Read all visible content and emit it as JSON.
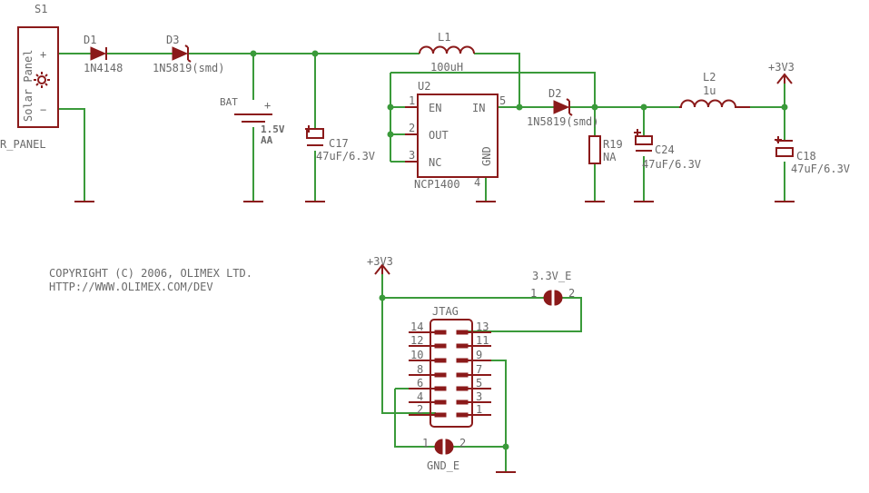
{
  "solar": {
    "ref": "S1",
    "name": "Solar Panel",
    "value": "R_PANEL",
    "plus": "+",
    "minus": "−"
  },
  "d1": {
    "ref": "D1",
    "value": "1N4148"
  },
  "d3": {
    "ref": "D3",
    "value": "1N5819(smd)"
  },
  "bat": {
    "ref": "BAT",
    "plus": "+",
    "value": "1.5V",
    "sub": "AA"
  },
  "c17": {
    "ref": "C17",
    "value": "47uF/6.3V"
  },
  "l1": {
    "ref": "L1",
    "value": "100uH"
  },
  "u2": {
    "ref": "U2",
    "value": "NCP1400",
    "pins": [
      {
        "num": "1",
        "label": "EN"
      },
      {
        "num": "2",
        "label": "OUT"
      },
      {
        "num": "3",
        "label": "NC"
      },
      {
        "num": "5",
        "label": "IN"
      }
    ],
    "gnd_label": "GND",
    "gnd_num": "4"
  },
  "d2": {
    "ref": "D2",
    "value": "1N5819(smd)"
  },
  "r19": {
    "ref": "R19",
    "value": "NA"
  },
  "c24": {
    "ref": "C24",
    "value": "47uF/6.3V"
  },
  "l2": {
    "ref": "L2",
    "value": "1u"
  },
  "c18": {
    "ref": "C18",
    "value": "47uF/6.3V"
  },
  "pwr_top": "+3V3",
  "pwr_bottom": "+3V3",
  "copyright": [
    "COPYRIGHT (C) 2006, OLIMEX LTD.",
    "HTTP://WWW.OLIMEX.COM/DEV"
  ],
  "jtag": {
    "ref": "JTAG",
    "left_pins": [
      "14",
      "12",
      "10",
      "8",
      "6",
      "4",
      "2"
    ],
    "right_pins": [
      "13",
      "11",
      "9",
      "7",
      "5",
      "3",
      "1"
    ]
  },
  "jumper_top": {
    "ref": "3.3V_E",
    "pin1": "1",
    "pin2": "2"
  },
  "jumper_bottom": {
    "ref": "GND_E",
    "pin1": "1",
    "pin2": "2"
  },
  "colors": {
    "wire": "#3a9a3a",
    "symbol": "#8b1a1a",
    "text": "#6a6a6a"
  }
}
